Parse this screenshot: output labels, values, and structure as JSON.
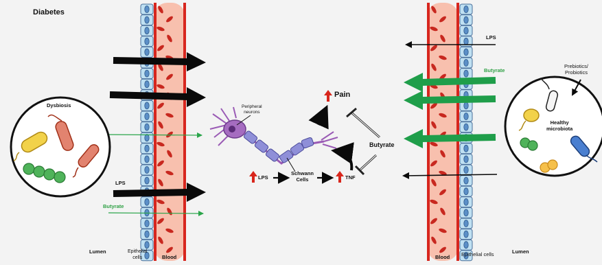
{
  "title": "Diabetes",
  "left": {
    "dysbiosis_label": "Dysbiosis",
    "lps_label": "LPS",
    "butyrate_label": "Butyrate",
    "lumen_label": "Lumen",
    "epithelial_label": "Epithelial\ncells",
    "blood_label": "Blood"
  },
  "center": {
    "neurons_label": "Peripheral\nneurons",
    "pain_label": "Pain",
    "lps_label": "LPS",
    "schwann_label": "Schwann\nCells",
    "tnf_label": "TNF",
    "butyrate_label": "Butyrate"
  },
  "right": {
    "lps_label": "LPS",
    "butyrate_label": "Butyrate",
    "prebiotics_label": "Prebiotics/\nProbiotics",
    "healthy_label": "Healthy\nmicrobiota",
    "blood_label": "Blood",
    "epithelial_label": "Epithelial cells",
    "lumen_label": "Lumen"
  },
  "colors": {
    "vessel_fill": "#f8c0ae",
    "vessel_edge": "#d7261e",
    "rbc": "#c8281f",
    "epithelium": "#bfe0f2",
    "nucleus": "#5b8fc7",
    "arrow_black": "#0a0a0a",
    "arrow_green": "#1f9e4a",
    "up_red": "#d8261c",
    "neuron": "#9a5bb5",
    "schwann": "#8a8fd6"
  }
}
